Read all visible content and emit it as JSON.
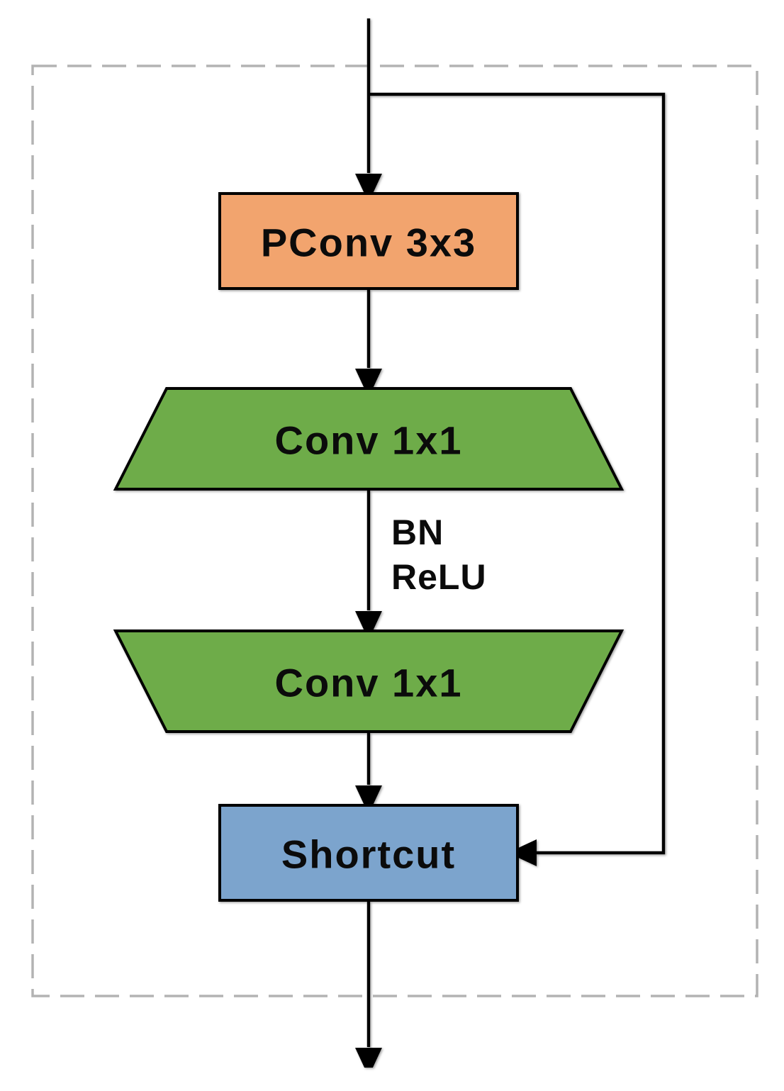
{
  "colors": {
    "pconv_fill": "#F2A46E",
    "conv_fill": "#6EAC49",
    "shortcut_fill": "#7BA4CD",
    "line": "#000000",
    "dashed_border": "#B3B3B3",
    "background": "#FFFFFF"
  },
  "nodes": {
    "pconv": {
      "label": "PConv 3x3",
      "shape": "rectangle"
    },
    "conv_top": {
      "label": "Conv 1x1",
      "shape": "trapezoid-expanding-down"
    },
    "conv_bottom": {
      "label": "Conv 1x1",
      "shape": "trapezoid-expanding-up"
    },
    "shortcut": {
      "label": "Shortcut",
      "shape": "rectangle"
    }
  },
  "edge_labels": {
    "bn": "BN",
    "relu": "ReLU"
  },
  "edges": [
    {
      "from": "input",
      "to": "pconv",
      "type": "arrow"
    },
    {
      "from": "pconv",
      "to": "conv_top",
      "type": "arrow"
    },
    {
      "from": "conv_top",
      "to": "conv_bottom",
      "type": "arrow",
      "label": "BN ReLU"
    },
    {
      "from": "conv_bottom",
      "to": "shortcut",
      "type": "arrow"
    },
    {
      "from": "input",
      "to": "shortcut",
      "type": "skip-connection-arrow"
    },
    {
      "from": "shortcut",
      "to": "output",
      "type": "arrow"
    }
  ]
}
